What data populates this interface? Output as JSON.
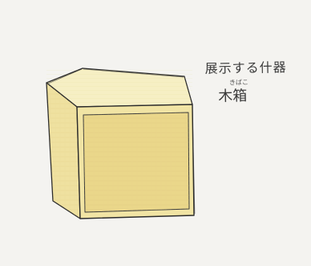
{
  "caption": {
    "title": "展示する什器",
    "subject": "木箱",
    "subject_ruby": "きばこ"
  },
  "colors": {
    "paper": "#f4f3f0",
    "wood_light": "#f3e7a6",
    "wood_mid": "#e9d98a",
    "wood_dark": "#d8c26a",
    "ink": "#2b2b2b"
  }
}
